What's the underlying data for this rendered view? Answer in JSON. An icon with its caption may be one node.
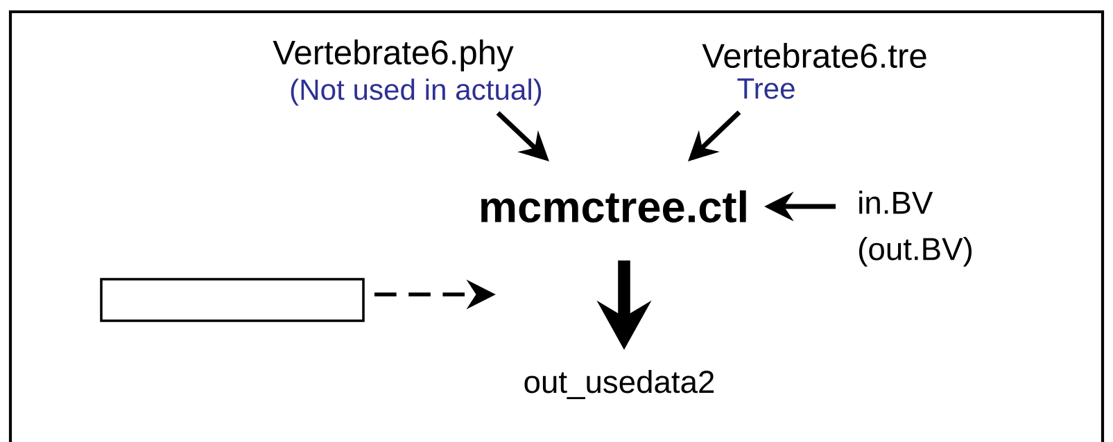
{
  "diagram": {
    "nodes": [
      {
        "text": [
          "Vertebrate6.phy"
        ],
        "beside": [
          "(Not used in actual)"
        ]
      },
      {
        "text": [
          "Vertebrate6.tre"
        ],
        "beside": [
          "Tree"
        ]
      },
      {
        "text": [
          "mcmctree.ctl"
        ]
      },
      {
        "text": [
          "in.BV",
          "(out.BV)"
        ]
      },
      {
        "text": [],
        "shape": "box"
      },
      {
        "text": [
          "out_usedata2"
        ]
      }
    ],
    "edges": [
      {
        "from": 0,
        "to": 2,
        "arrow": "to"
      },
      {
        "from": 1,
        "to": 2,
        "arrow": "to"
      },
      {
        "from": 3,
        "to": 2,
        "arrow": "to"
      },
      {
        "from": 2,
        "to": 5,
        "arrow": "to",
        "style": "thick"
      },
      {
        "from": 4,
        "to": null,
        "arrow": "to",
        "style": "dashed"
      }
    ]
  }
}
